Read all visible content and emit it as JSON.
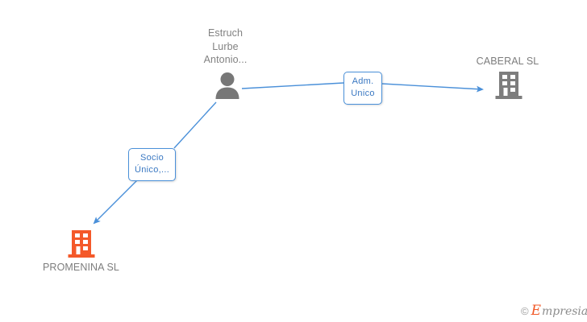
{
  "diagram": {
    "type": "entity-relationship-graph",
    "background_color": "#ffffff",
    "edge_color": "#4a90d9",
    "nodes": [
      {
        "id": "person-estruch",
        "kind": "person",
        "icon": "person-icon",
        "label": "Estruch\nLurbe\nAntonio...",
        "color": "#828282"
      },
      {
        "id": "company-caberal",
        "kind": "company",
        "icon": "building-icon",
        "label": "CABERAL SL",
        "label_color": "#7d7d7d",
        "icon_color": "#7d7d7d"
      },
      {
        "id": "company-promenina",
        "kind": "company",
        "icon": "building-icon",
        "label": "PROMENINA SL",
        "label_color": "#7d7d7d",
        "icon_color": "#f4592a"
      }
    ],
    "edges": [
      {
        "id": "edge-adm-unico",
        "from": "person-estruch",
        "to": "company-caberal",
        "label": "Adm.\nUnico",
        "direction": "right",
        "color": "#4a90d9"
      },
      {
        "id": "edge-socio-unico",
        "from": "person-estruch",
        "to": "company-promenina",
        "label": "Socio\nÚnico,...",
        "direction": "down-left",
        "color": "#4a90d9"
      }
    ]
  },
  "watermark": {
    "copyright": "©",
    "brand_initial": "E",
    "brand_rest": "mpresia",
    "brand_color": "#f15a29",
    "text_color": "#8c8c8c"
  }
}
